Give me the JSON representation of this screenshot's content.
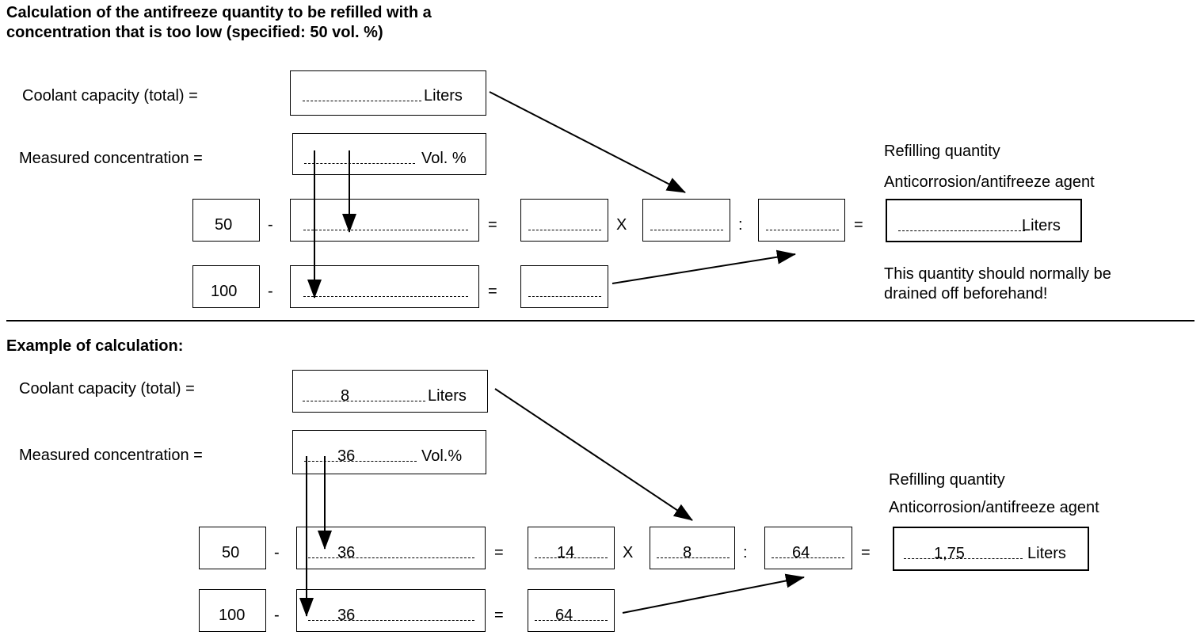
{
  "template": {
    "title_line1": "Calculation of the antifreeze quantity to be refilled with a",
    "title_line2": "concentration that is too low (specified: 50 vol. %)",
    "coolant_label": "Coolant capacity (total) =",
    "coolant_unit": "Liters",
    "measured_label": "Measured concentration =",
    "measured_unit": "Vol. %",
    "row1_const": "50",
    "row2_const": "100",
    "minus": "-",
    "equals": "=",
    "times": "X",
    "divide": ":",
    "refill_label1": "Refilling quantity",
    "refill_label2": "Anticorrosion/antifreeze agent",
    "result_unit": "Liters",
    "note_line1": "This quantity should normally be",
    "note_line2": "drained off beforehand!"
  },
  "example": {
    "title": "Example of calculation:",
    "coolant_label": "Coolant capacity (total) =",
    "coolant_value": "8",
    "coolant_unit": "Liters",
    "measured_label": "Measured concentration =",
    "measured_value": "36",
    "measured_unit": "Vol.%",
    "row1_const": "50",
    "row1_measured": "36",
    "row1_diff": "14",
    "capacity": "8",
    "divisor": "64",
    "row2_const": "100",
    "row2_measured": "36",
    "row2_diff": "64",
    "minus": "-",
    "equals": "=",
    "times": "X",
    "divide": ":",
    "refill_label1": "Refilling quantity",
    "refill_label2": "Anticorrosion/antifreeze agent",
    "result_value": "1,75",
    "result_unit": "Liters"
  }
}
